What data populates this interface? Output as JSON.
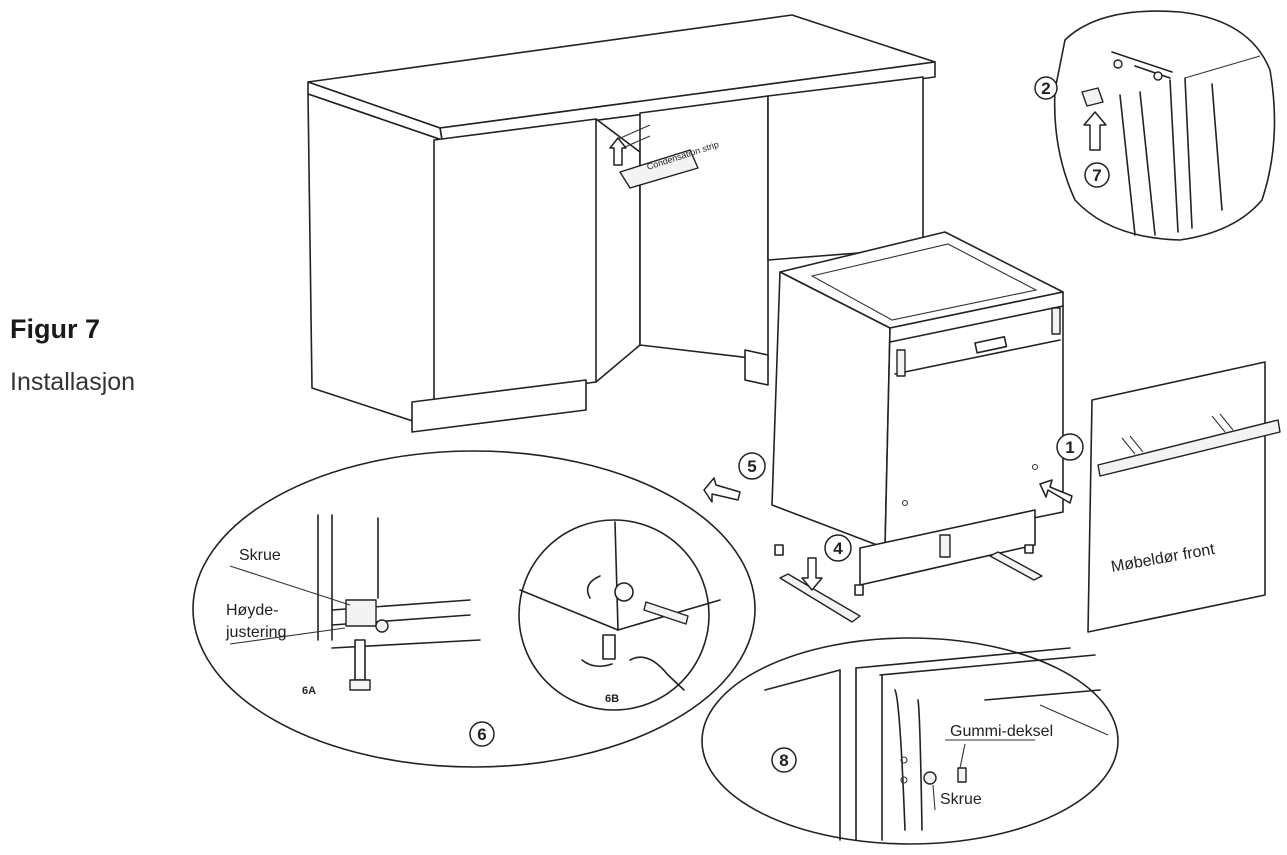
{
  "figure": {
    "title": "Figur 7",
    "subtitle": "Installasjon"
  },
  "labels": {
    "condensation_strip": "Condensation strip",
    "furniture_front": "Møbeldør front",
    "screw_6": "Skrue",
    "height_adjust_line1": "Høyde-",
    "height_adjust_line2": "justering",
    "detail_6a": "6A",
    "detail_6b": "6B",
    "rubber_cover": "Gummi-deksel",
    "screw_8": "Skrue"
  },
  "step_numbers": {
    "s1": "1",
    "s2": "2",
    "s4": "4",
    "s5": "5",
    "s6": "6",
    "s7": "7",
    "s8": "8"
  }
}
